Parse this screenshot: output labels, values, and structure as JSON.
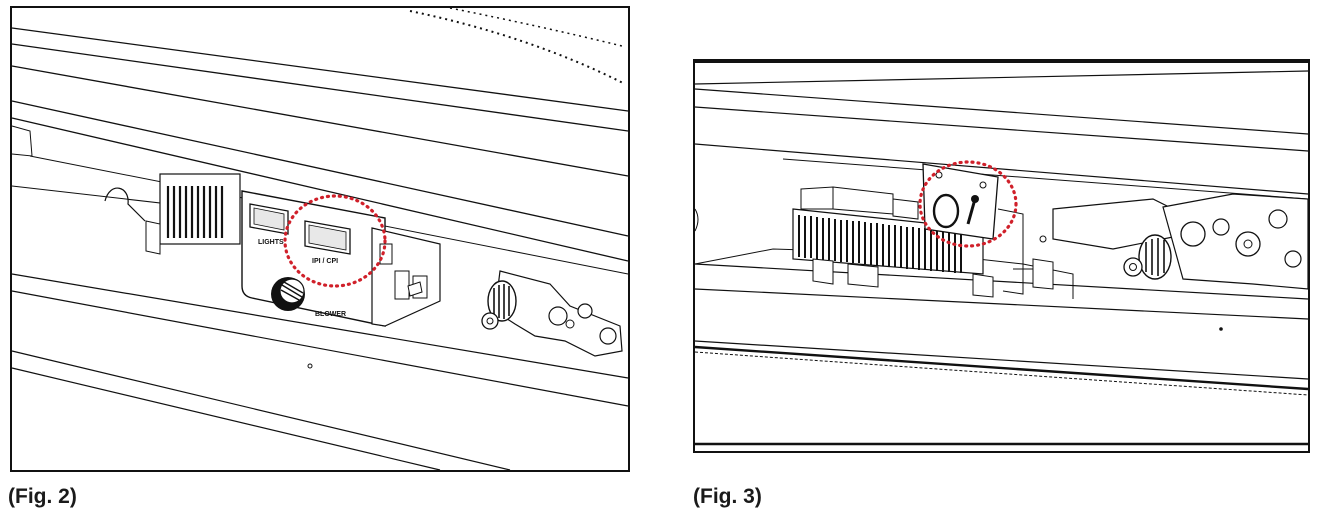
{
  "figures": [
    {
      "id": "fig2",
      "caption": "(Fig. 2)",
      "switch_labels": {
        "lights": "LIGHTS",
        "ipi_cpi": "IPI / CPI",
        "blower": "BLOWER"
      }
    },
    {
      "id": "fig3",
      "caption": "(Fig. 3)"
    }
  ],
  "colors": {
    "line": "#111111",
    "highlight": "#d0202a",
    "background": "#ffffff"
  },
  "icons": [
    "dotted-highlight-circle",
    "rocker-switch-icon",
    "blower-knob-icon",
    "gas-valve-icon"
  ]
}
